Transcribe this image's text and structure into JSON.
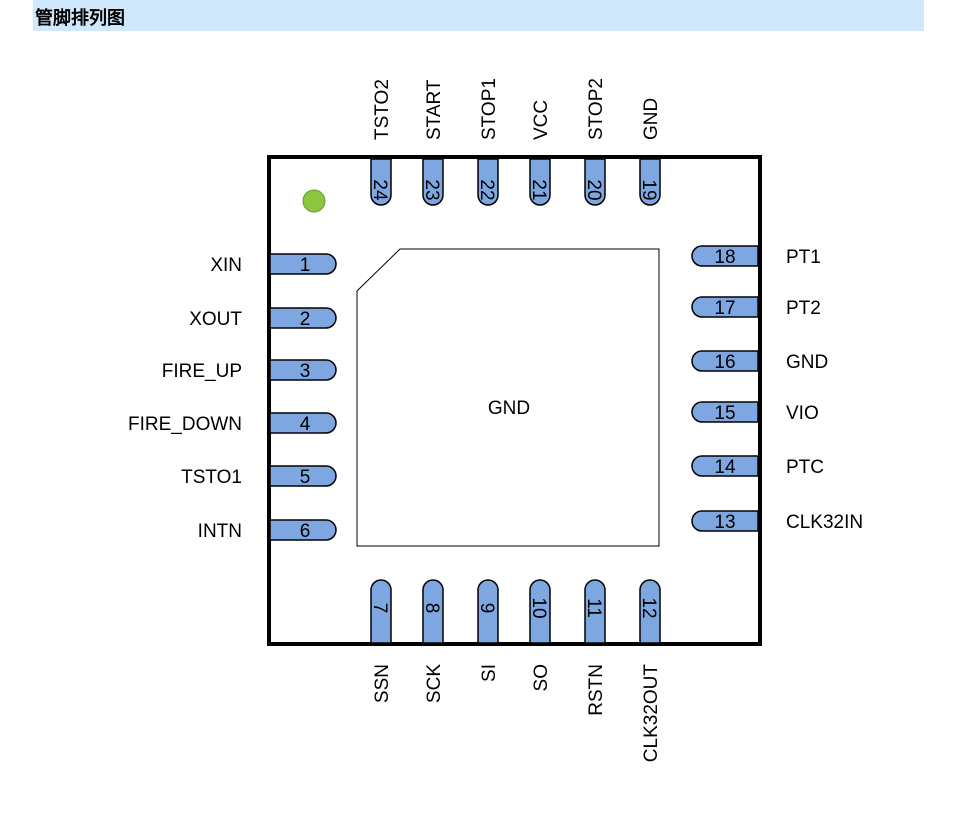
{
  "title": "管脚排列图",
  "center_label": "GND",
  "colors": {
    "pin_fill": "#7ea6e0",
    "dot": "#8cc63f",
    "title_bg": "#cfe8fb"
  },
  "left_pins": [
    {
      "num": "1",
      "label": "XIN"
    },
    {
      "num": "2",
      "label": "XOUT"
    },
    {
      "num": "3",
      "label": "FIRE_UP"
    },
    {
      "num": "4",
      "label": "FIRE_DOWN"
    },
    {
      "num": "5",
      "label": "TSTO1"
    },
    {
      "num": "6",
      "label": "INTN"
    }
  ],
  "bottom_pins": [
    {
      "num": "7",
      "label": "SSN"
    },
    {
      "num": "8",
      "label": "SCK"
    },
    {
      "num": "9",
      "label": "SI"
    },
    {
      "num": "10",
      "label": "SO"
    },
    {
      "num": "11",
      "label": "RSTN"
    },
    {
      "num": "12",
      "label": "CLK32OUT"
    }
  ],
  "right_pins": [
    {
      "num": "13",
      "label": "CLK32IN"
    },
    {
      "num": "14",
      "label": "PTC"
    },
    {
      "num": "15",
      "label": "VIO"
    },
    {
      "num": "16",
      "label": "GND"
    },
    {
      "num": "17",
      "label": "PT2"
    },
    {
      "num": "18",
      "label": "PT1"
    }
  ],
  "top_pins": [
    {
      "num": "19",
      "label": "GND"
    },
    {
      "num": "20",
      "label": "STOP2"
    },
    {
      "num": "21",
      "label": "VCC"
    },
    {
      "num": "22",
      "label": "STOP1"
    },
    {
      "num": "23",
      "label": "START"
    },
    {
      "num": "24",
      "label": "TSTO2"
    }
  ]
}
